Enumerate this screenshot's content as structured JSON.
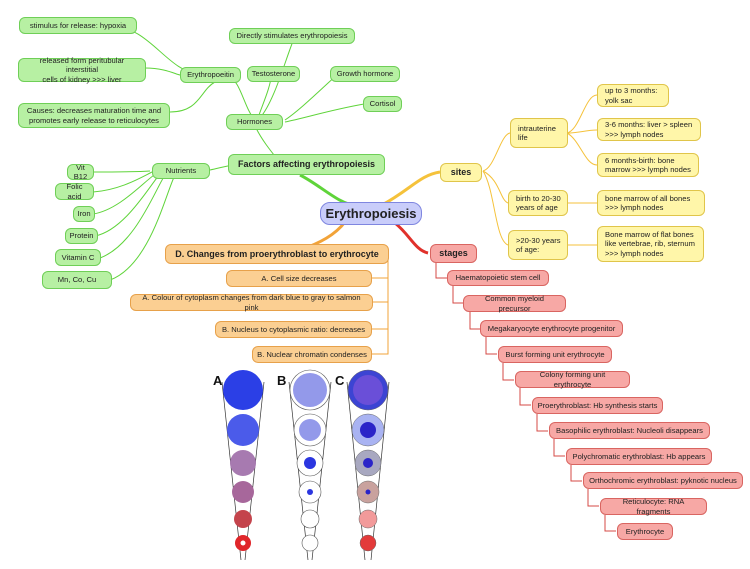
{
  "center": "Erythropoiesis",
  "factors": {
    "title": "Factors affecting erythropoiesis",
    "hormones": "Hormones",
    "erythropoeitin": "Erythropoeitin",
    "stimulus": "stimulus for release: hypoxia",
    "released": "released form peritubular interstitial\ncells of kidney >>> liver",
    "causes": "Causes: decreases maturation time and\npromotes early release to reticulocytes",
    "directly": "Directly stimulates erythropoiesis",
    "testosterone": "Testosterone",
    "growth": "Growth hormone",
    "cortisol": "Cortisol",
    "nutrients": "Nutrients",
    "nutrient_items": [
      "Vit B12",
      "Folic acid",
      "Iron",
      "Protein",
      "Vitamin C",
      "Mn, Co, Cu"
    ]
  },
  "sites": {
    "title": "sites",
    "intrauterine": "intrauterine\nlife",
    "up3": "up to 3 months:\nyolk sac",
    "m36": "3-6 months: liver > spleen\n>>> lymph nodes",
    "m6birth": "6 months-birth: bone\nmarrow >>> lymph nodes",
    "birth20": "birth to 20-30\nyears of age",
    "bm_all": "bone marrow of all bones\n>>> lymph nodes",
    "over20": ">20-30 years\nof age:",
    "bm_flat": "Bone marrow of flat bones\nlike vertebrae, rib, sternum\n>>> lymph nodes"
  },
  "changes": {
    "title": "D. Changes from proerythroblast to erythrocyte",
    "items": [
      "A. Cell size decreases",
      "A. Colour of cytoplasm changes from dark blue to gray to salmon pink",
      "B. Nucleus to cytoplasmic ratio: decreases",
      "B. Nuclear chromatin condenses"
    ]
  },
  "stages": {
    "title": "stages",
    "items": [
      "Haematopoietic stem cell",
      "Common myeloid precursor",
      "Megakaryocyte erythrocyte progenitor",
      "Burst forming unit erythrocyte",
      "Colony forming unit erythrocyte",
      "Proerythroblast: Hb synthesis starts",
      "Basophilic erythroblast: Nucleoli disappears",
      "Polychromatic erythroblast: Hb appears",
      "Orthochromic erythroblast: pyknotic nucleus",
      "Reticulocyte: RNA fragments",
      "Erythrocyte"
    ]
  },
  "figure": {
    "labels": [
      "A",
      "B",
      "C"
    ],
    "colors": {
      "a": [
        "#2b3fe6",
        "#4b5bea",
        "#a77ab0",
        "#a7679b",
        "#c4444c",
        "#e0262a"
      ],
      "b_nucleus": [
        "#3b45d8",
        "#3b45d8",
        "#2b36e0",
        "#2b36e0"
      ],
      "c_cyto": [
        "#3c44d3",
        "#a9b3f2",
        "#a8a8c0",
        "#c9a29e",
        "#f29a9a",
        "#e33a3a"
      ]
    }
  },
  "colors": {
    "green": "#5fd43a",
    "yellow": "#f5c23b",
    "orange": "#f2a338",
    "red": "#e0312b",
    "stage_line": "#d64a44"
  }
}
